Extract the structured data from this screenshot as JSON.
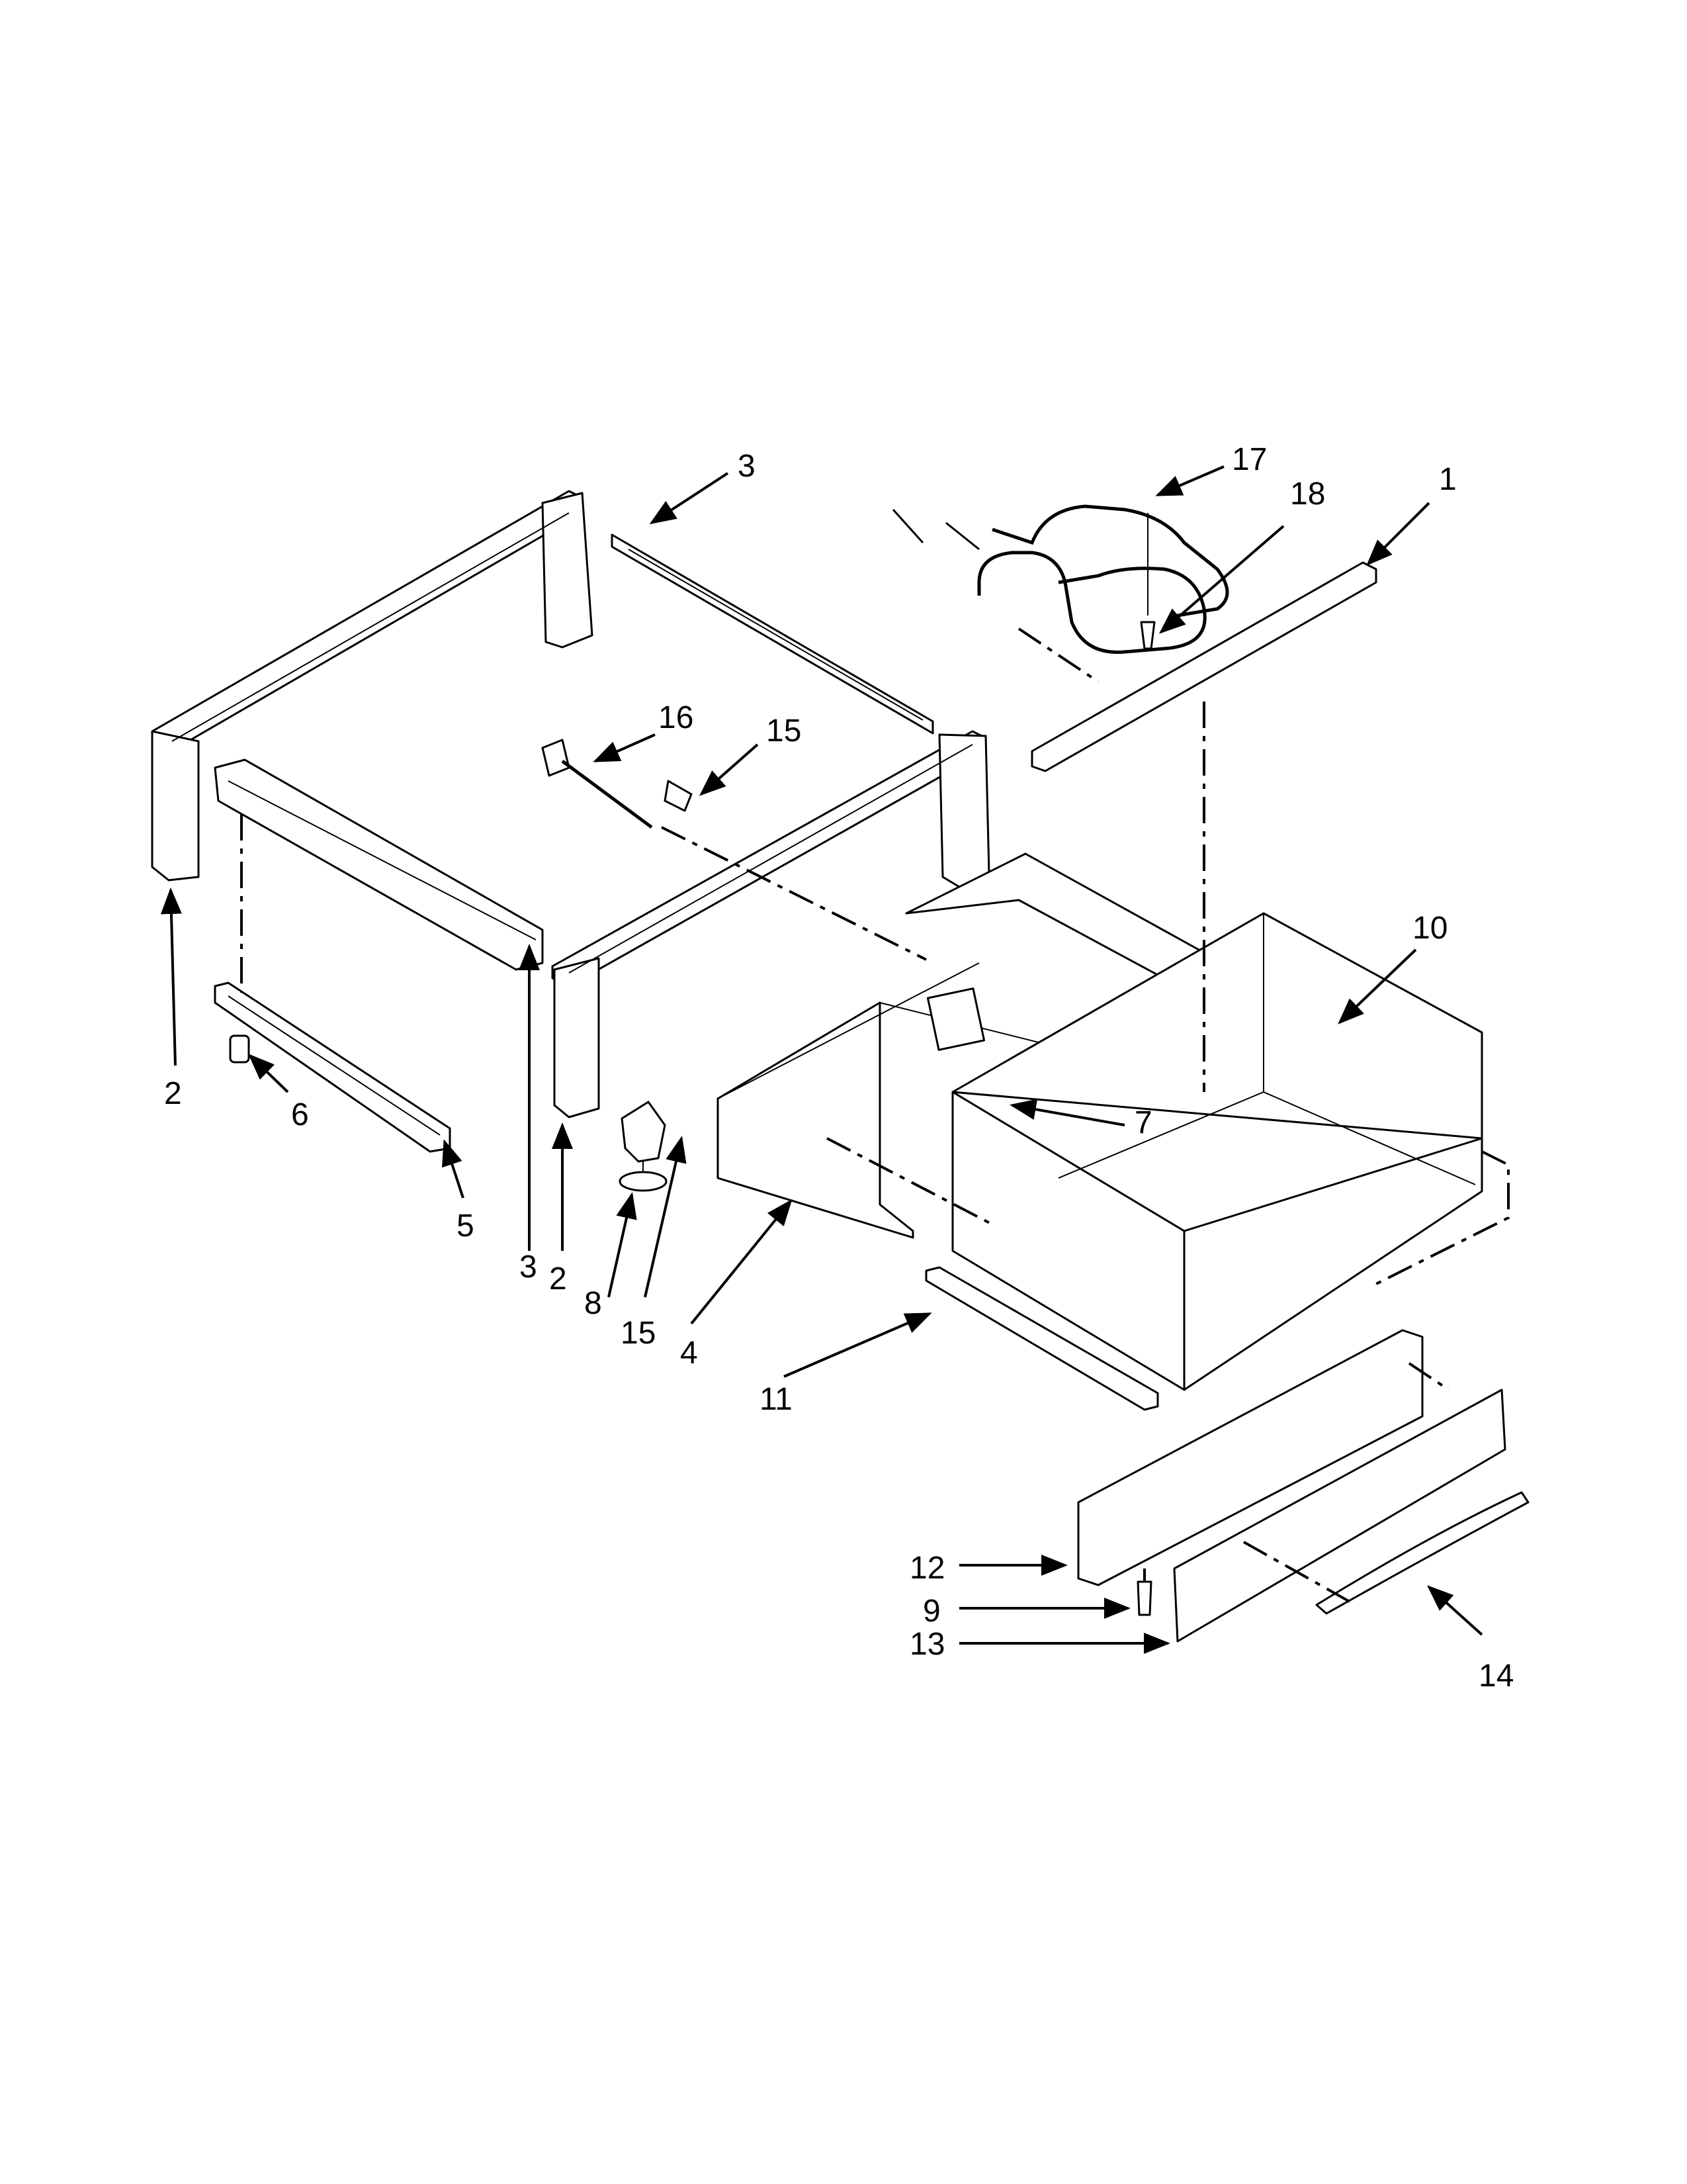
{
  "callouts": {
    "c1": "1",
    "c2a": "2",
    "c2b": "2",
    "c3a": "3",
    "c3b": "3",
    "c4": "4",
    "c5": "5",
    "c6": "6",
    "c7": "7",
    "c8": "8",
    "c9": "9",
    "c10": "10",
    "c11": "11",
    "c12": "12",
    "c13": "13",
    "c14": "14",
    "c15a": "15",
    "c15b": "15",
    "c16": "16",
    "c17": "17",
    "c18": "18"
  }
}
